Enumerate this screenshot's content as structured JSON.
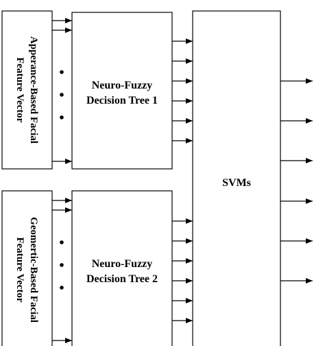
{
  "blocks": {
    "appearance_feature": {
      "lines": [
        "Apperance-Based Facial",
        "Feature Vector"
      ]
    },
    "geometric_feature": {
      "lines": [
        "Geomertic-Based Facial",
        "Feature Vector"
      ]
    },
    "tree_1": {
      "lines": [
        "Neuro-Fuzzy",
        "Decision Tree 1"
      ]
    },
    "tree_2": {
      "lines": [
        "Neuro-Fuzzy",
        "Decision Tree 2"
      ]
    },
    "svm": {
      "lines": [
        "SVMs"
      ]
    }
  },
  "colors": {
    "stroke": "#000000",
    "background": "#ffffff"
  }
}
